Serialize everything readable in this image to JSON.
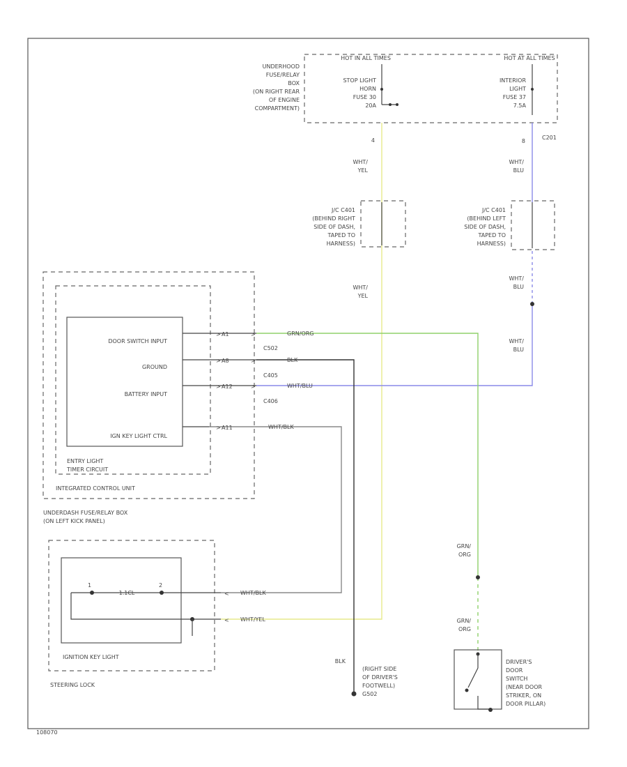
{
  "colors": {
    "yellow_wire": "#e6ea8c",
    "blue_wire": "#8a8ae8",
    "green_wire": "#8fd06a",
    "black_wire": "#333333",
    "white_wire": "#9a9a9a",
    "frame": "#555555"
  },
  "fuse_box": {
    "label_lines": [
      "UNDERHOOD",
      "FUSE/RELAY",
      "BOX",
      "(ON RIGHT REAR",
      "OF ENGINE",
      "COMPARTMENT)"
    ],
    "hot_left": "HOT IN ALL TIMES",
    "hot_right": "HOT AT ALL TIMES",
    "fuse_left_lines": [
      "STOP LIGHT",
      "HORN",
      "FUSE 30",
      "20A"
    ],
    "fuse_right_lines": [
      "INTERIOR",
      "LIGHT",
      "FUSE 37",
      "7.5A"
    ],
    "pin_left": "4",
    "pin_right": "8",
    "connector_right": "C201"
  },
  "wires": {
    "wht_yel_1": [
      "WHT/",
      "YEL"
    ],
    "wht_blu_1": [
      "WHT/",
      "BLU"
    ],
    "wht_yel_2": [
      "WHT/",
      "YEL"
    ],
    "wht_blu_2": [
      "WHT/",
      "BLU"
    ],
    "wht_blu_3": [
      "WHT/",
      "BLU"
    ],
    "grn_org_1": [
      "GRN/",
      "ORG"
    ],
    "grn_org_2": [
      "GRN/",
      "ORG"
    ],
    "blk": "BLK"
  },
  "jc_right": [
    "J/C C401",
    "(BEHIND RIGHT",
    "SIDE OF DASH,",
    "TAPED TO",
    "HARNESS)"
  ],
  "jc_left": [
    "J/C C401",
    "(BEHIND LEFT",
    "SIDE OF DASH,",
    "TAPED TO",
    "HARNESS)"
  ],
  "icu": {
    "inputs": [
      "DOOR SWITCH INPUT",
      "GROUND",
      "BATTERY INPUT",
      "IGN KEY LIGHT CTRL"
    ],
    "pins": [
      "A1",
      "A8",
      "A12",
      "A11"
    ],
    "wire_colors": [
      "GRN/ORG",
      "BLK",
      "WHT/BLU",
      "WHT/BLK"
    ],
    "connectors": [
      "C502",
      "C405",
      "C406"
    ],
    "sub_label_lines": [
      "ENTRY LIGHT",
      "TIMER CIRCUIT"
    ],
    "unit_label": "INTEGRATED CONTROL UNIT",
    "fuse_box_label_lines": [
      "UNDERDASH FUSE/RELAY BOX",
      "(ON LEFT KICK PANEL)"
    ]
  },
  "ignition": {
    "led_label": "1.1CL",
    "pins": [
      "1",
      "2"
    ],
    "wire_1": "WHT/BLK",
    "wire_2": "WHT/YEL",
    "label": "IGNITION KEY LIGHT",
    "steering_label": "STEERING LOCK"
  },
  "ground": {
    "label_lines": [
      "(RIGHT SIDE",
      "OF DRIVER'S",
      "FOOTWELL)",
      "G502"
    ]
  },
  "door_switch": {
    "label_lines": [
      "DRIVER'S",
      "DOOR",
      "SWITCH",
      "(NEAR DOOR",
      "STRIKER, ON",
      "DOOR PILLAR)"
    ]
  },
  "footer_code": "108070"
}
